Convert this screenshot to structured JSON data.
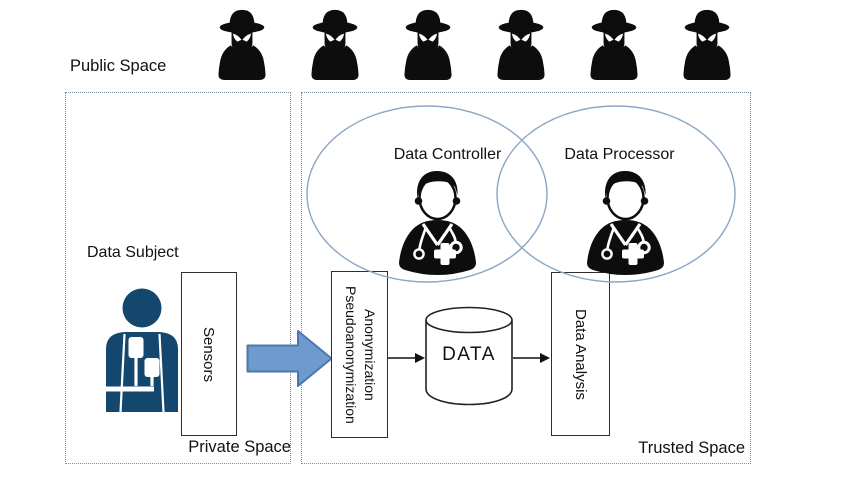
{
  "labels": {
    "public_space": "Public Space",
    "private_space": "Private Space",
    "trusted_space": "Trusted Space",
    "data_subject": "Data Subject",
    "data_controller": "Data Controller",
    "data_processor": "Data Processor",
    "sensors": "Sensors",
    "anonymization_line1": "Anonymization",
    "anonymization_line2": "Pseudoanonymization",
    "data": "DATA",
    "data_analysis": "Data Analysis"
  },
  "icons": {
    "spy": "spy-icon",
    "data_subject": "person-with-sensors-icon",
    "doctor": "doctor-icon",
    "database": "database-cylinder-icon",
    "flow_arrow": "block-arrow-right-icon",
    "connector_arrow": "thin-arrow-right-icon"
  },
  "spy_count": 6,
  "colors": {
    "person_navy": "#14476e",
    "block_arrow_fill": "#6f9ace",
    "block_arrow_stroke": "#4a77ad",
    "ellipse_stroke": "#8ca6c5",
    "dashed_border": "#7d8da1",
    "icon_black": "#0d0d0d",
    "text": "#111111"
  }
}
